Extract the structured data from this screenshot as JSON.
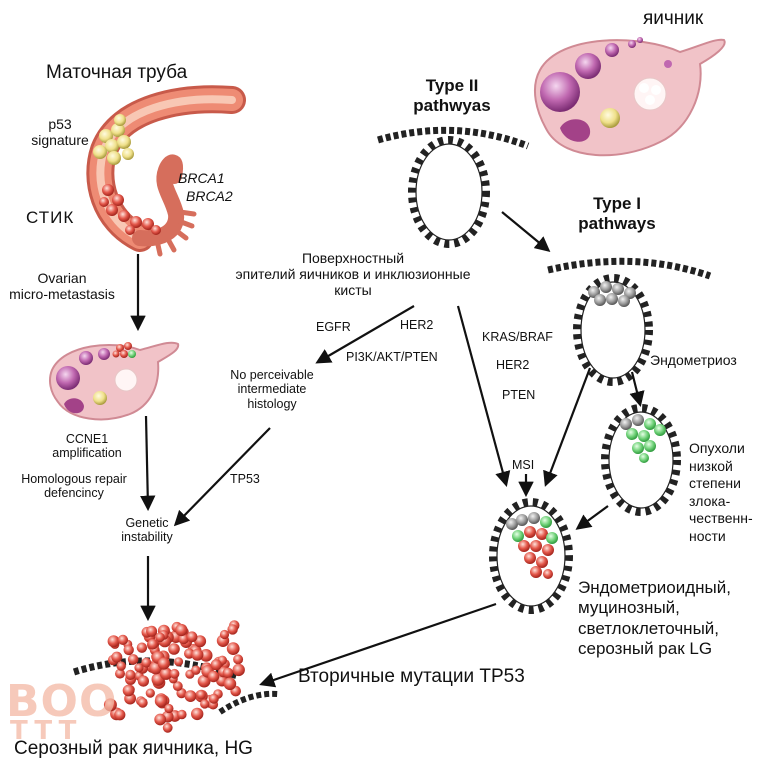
{
  "labels": {
    "fallopian_tube": "Маточная труба",
    "ovary": "яичник",
    "p53_signature": [
      "p53",
      "signature"
    ],
    "brca": [
      "BRCA1",
      "BRCA2"
    ],
    "stic": "СТИК",
    "ovarian_micrometastasis": [
      "Ovarian",
      "micro-metastasis"
    ],
    "ccne1": [
      "CCNE1",
      "amplification"
    ],
    "homologous_repair": [
      "Homologous repair",
      "defencincy"
    ],
    "genetic_instability": [
      "Genetic",
      "instability"
    ],
    "type2": [
      "Type II",
      "pathwyas"
    ],
    "type1": [
      "Type I",
      "pathways"
    ],
    "surface_epithelium": [
      "Поверхностный",
      "эпителий яичников и инклюзионные",
      "кисты"
    ],
    "egfr": "EGFR",
    "her2_left": "HER2",
    "pi3k": "PI3K/AKT/PTEN",
    "no_intermediate": [
      "No perceivable",
      "intermediate",
      "histology"
    ],
    "tp53_arrow": "TP53",
    "kras": "KRAS/BRAF",
    "her2_mid": "HER2",
    "pten": "PTEN",
    "msi": "MSI",
    "endometriosis": "Эндометриоз",
    "low_grade": [
      "Опухоли",
      "низкой",
      "степени",
      "злока-",
      "чественн-",
      "ности"
    ],
    "lg_cancers": [
      "Эндометриоидный,",
      "муцинозный,",
      "светлоклеточный,",
      "серозный рак LG"
    ],
    "secondary_mutations": "Вторичные мутации TP53",
    "hg_serous": "Серозный рак яичника, HG"
  },
  "watermark": [
    "BOO",
    "TTT"
  ],
  "colors": {
    "tube": "#e9826d",
    "tube_light": "#f6c5b3",
    "ovary": "#f2c6cb",
    "follicle": "#b85aa6",
    "tumor_red": "#d8463b",
    "tumor_green": "#5fc46c",
    "tumor_gray": "#8d8d8d",
    "epithelium": "#222222"
  }
}
